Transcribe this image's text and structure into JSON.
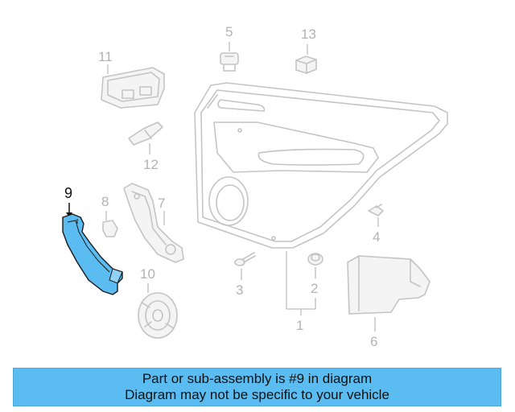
{
  "diagram": {
    "callouts": {
      "c1": "1",
      "c2": "2",
      "c3": "3",
      "c4": "4",
      "c5": "5",
      "c6": "6",
      "c7": "7",
      "c8": "8",
      "c9": "9",
      "c10": "10",
      "c11": "11",
      "c12": "12",
      "c13": "13"
    },
    "highlighted_part": "9",
    "highlight_color": "#5bbcf1",
    "line_color": "#c4c4c4"
  },
  "caption": {
    "line1": "Part or sub-assembly is #9 in diagram",
    "line2": "Diagram may not be specific to your vehicle",
    "background": "#5bbcf1"
  }
}
